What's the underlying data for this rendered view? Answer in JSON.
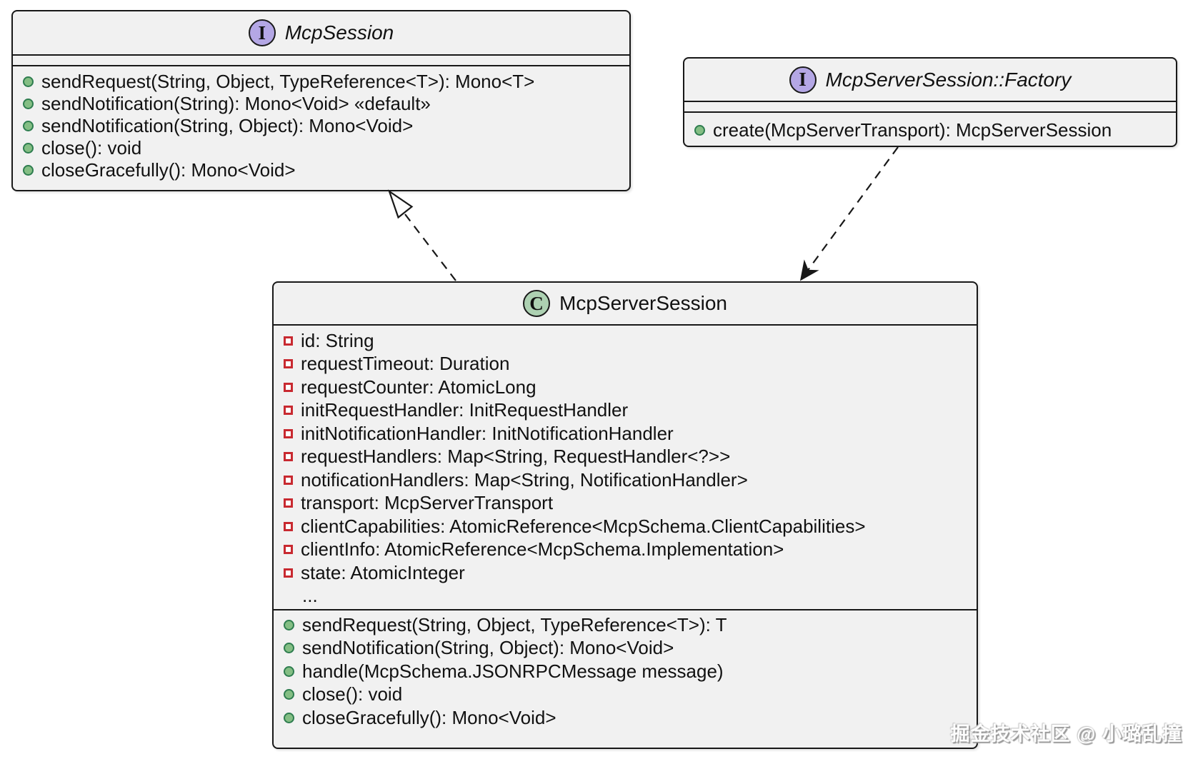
{
  "boxes": {
    "mcpSession": {
      "kind": "interface",
      "kind_letter": "I",
      "title": "McpSession",
      "methods": [
        "sendRequest(String, Object, TypeReference<T>): Mono<T>",
        "sendNotification(String): Mono<Void> «default»",
        "sendNotification(String, Object): Mono<Void>",
        "close(): void",
        "closeGracefully(): Mono<Void>"
      ]
    },
    "factory": {
      "kind": "interface",
      "kind_letter": "I",
      "title": "McpServerSession::Factory",
      "methods": [
        "create(McpServerTransport): McpServerSession"
      ]
    },
    "serverSession": {
      "kind": "class",
      "kind_letter": "C",
      "title": "McpServerSession",
      "fields": [
        "id: String",
        "requestTimeout: Duration",
        "requestCounter: AtomicLong",
        "initRequestHandler: InitRequestHandler",
        "initNotificationHandler: InitNotificationHandler",
        "requestHandlers: Map<String, RequestHandler<?>>",
        "notificationHandlers: Map<String, NotificationHandler>",
        "transport: McpServerTransport",
        "clientCapabilities: AtomicReference<McpSchema.ClientCapabilities>",
        "clientInfo: AtomicReference<McpSchema.Implementation>",
        "state: AtomicInteger",
        "..."
      ],
      "methods": [
        "sendRequest(String, Object, TypeReference<T>): T",
        "sendNotification(String, Object): Mono<Void>",
        "handle(McpSchema.JSONRPCMessage message)",
        "close(): void",
        "closeGracefully(): Mono<Void>"
      ]
    }
  },
  "relations": {
    "realization": "McpServerSession ..|> McpSession",
    "dependency": "McpServerSession::Factory ..> McpServerSession"
  },
  "watermark": "掘金技术社区 @ 小璐乱撞",
  "colors": {
    "box_fill": "#F1F1F1",
    "box_border": "#181818",
    "interface_icon": "#B4A7E5",
    "class_icon": "#ADD1B2",
    "method_icon_fill": "#84BE84",
    "method_icon_border": "#2E7D4F",
    "field_icon_border": "#C82930"
  }
}
